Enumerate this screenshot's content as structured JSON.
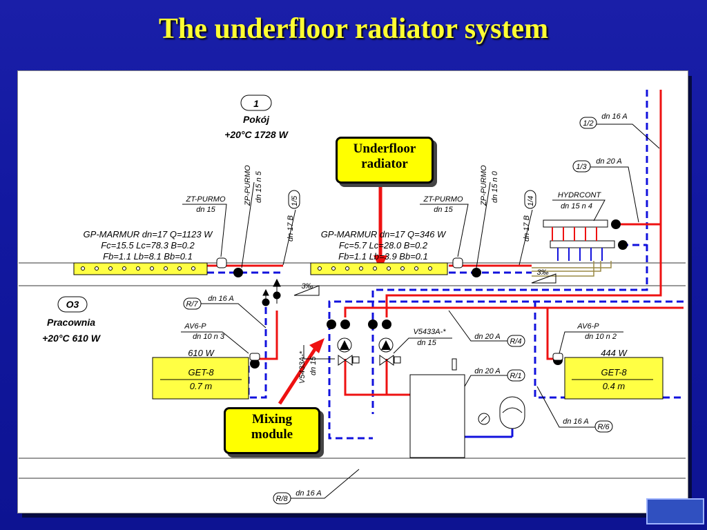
{
  "title": "The underfloor radiator system",
  "room_upper": {
    "number": "1",
    "name": "Pokój",
    "spec": "+20°C 1728 W"
  },
  "room_lower": {
    "number": "O3",
    "name": "Pracownia",
    "spec": "+20°C 610 W"
  },
  "callouts": {
    "underfloor_line1": "Underfloor",
    "underfloor_line2": "radiator",
    "mixing_line1": "Mixing",
    "mixing_line2": "module"
  },
  "heater_left": {
    "line1": "GP-MARMUR dn=17 Q=1123 W",
    "line2": "Fc=15.5 Lc=78.3 B=0.2",
    "line3": "Fb=1.1 Lb=8.1 Bb=0.1"
  },
  "heater_right": {
    "line1": "GP-MARMUR dn=17 Q=346 W",
    "line2": "Fc=5.7 Lc=28.0 B=0.2",
    "line3": "Fb=1.1 Lb=3.9 Bb=0.1"
  },
  "labels": {
    "zt_purmo": "ZT-PURMO",
    "dn15": "dn 15",
    "zp_purmo": "ZP-PURMO",
    "zp_left_dn": "dn 15  n 5",
    "zp_right_dn": "dn 15  n 0",
    "dn17b": "dn 17 B",
    "tag_15": "1/5",
    "tag_14": "1/4",
    "tag_12": "1/2",
    "dn16a": "dn 16 A",
    "tag_13": "1/3",
    "dn20a": "dn 20 A",
    "hydrcont": "HYDRCONT",
    "hydrcont_dn": "dn 15  n 4",
    "slope": "3‰",
    "tag_r7": "R/7",
    "tag_r4": "R/4",
    "tag_r1": "R/1",
    "tag_r6": "R/6",
    "tag_r8": "R/8",
    "av6p": "AV6-P",
    "av_left_dn": "dn 10  n 3",
    "av_right_dn": "dn 10  n 2",
    "v5433_top": "V5433A-*",
    "v5433_side": "V5433A-*",
    "get8": "GET-8",
    "w610": "610 W",
    "m07": "0.7 m",
    "w444": "444 W",
    "m04": "0.4 m"
  },
  "colors": {
    "supply": "#ee1111",
    "return": "#1111dd",
    "heater": "#ffff44",
    "title": "#ffff33"
  }
}
